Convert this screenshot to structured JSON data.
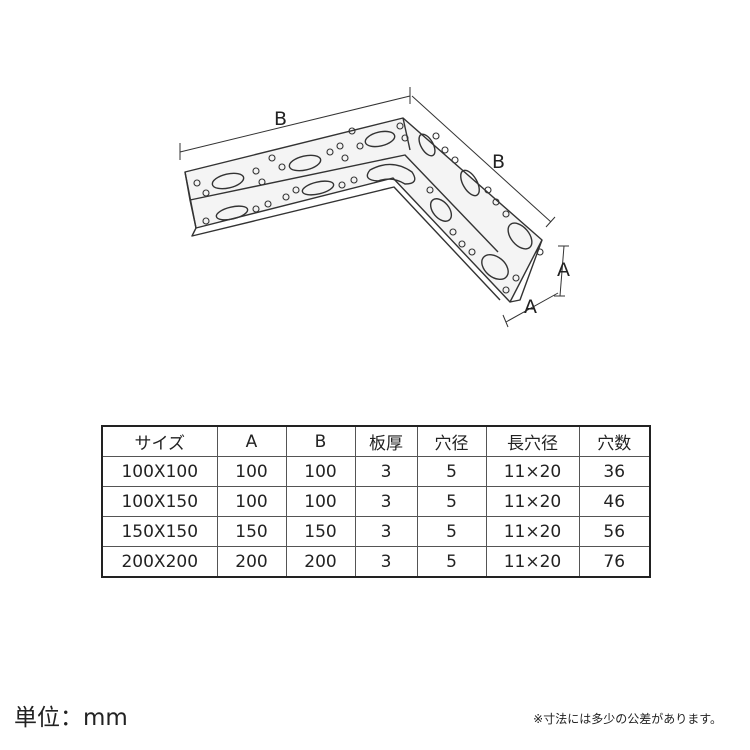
{
  "diagram": {
    "labels": {
      "b_top": "B",
      "b_side": "B",
      "a_right": "A",
      "a_bottom": "A"
    },
    "colors": {
      "line": "#333333",
      "fill": "#f4f4f4"
    }
  },
  "table": {
    "headers": [
      "サイズ",
      "A",
      "B",
      "板厚",
      "穴径",
      "長穴径",
      "穴数"
    ],
    "rows": [
      [
        "100X100",
        "100",
        "100",
        "3",
        "5",
        "11×20",
        "36"
      ],
      [
        "100X150",
        "100",
        "100",
        "3",
        "5",
        "11×20",
        "46"
      ],
      [
        "150X150",
        "150",
        "150",
        "3",
        "5",
        "11×20",
        "56"
      ],
      [
        "200X200",
        "200",
        "200",
        "3",
        "5",
        "11×20",
        "76"
      ]
    ]
  },
  "unit_label": "単位：mm",
  "note": "※寸法には多少の公差があります。"
}
